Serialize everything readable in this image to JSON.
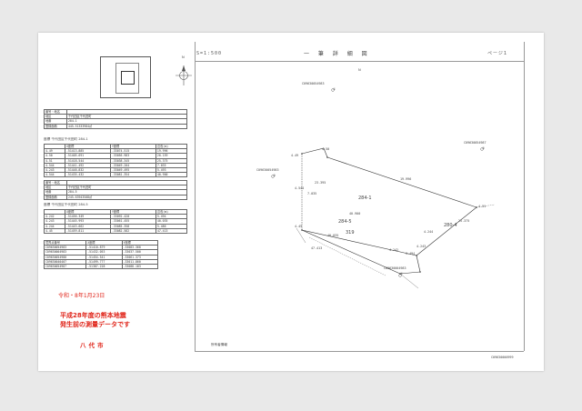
{
  "map": {
    "scale": "S=1:500",
    "title": "一 筆 詳 細 図",
    "page": "ページ1",
    "north_mark": "N",
    "parcel_main": "284-1",
    "parcel_sub": "284-5",
    "parcel_right": "280-4",
    "parcel_bottom": "319",
    "owner_label": "所有者情報",
    "footer_code": "C09630000999"
  },
  "panel1": {
    "header": [
      [
        "番号・地名",
        ""
      ],
      [
        "地区",
        "千代田区千代田町"
      ],
      [
        "地番",
        "284-1"
      ],
      [
        "登録面積",
        "445.51333984㎡"
      ]
    ],
    "table_title": "座標   千代田区千代田町  284-1",
    "columns": [
      "",
      "X座標",
      "Y座標",
      "辺長(m)"
    ],
    "rows": [
      [
        "4-49",
        "-51413.885",
        "-33074.515",
        "19.996"
      ],
      [
        "4-50",
        "-51405.691",
        "-33056.983",
        "20.159"
      ],
      [
        "4-51",
        "-51418.544",
        "-33038.345",
        "25.375"
      ],
      [
        "4-544",
        "-51441.492",
        "-33049.204",
        "7.035"
      ],
      [
        "4-243",
        "-51448.832",
        "-33049.495",
        "5.493"
      ],
      [
        "4-544",
        "-51435.432",
        "-33081.354",
        "40.900"
      ]
    ]
  },
  "panel2": {
    "header": [
      [
        "番号・地名",
        ""
      ],
      [
        "地区",
        "千代田区千代田町"
      ],
      [
        "地番",
        "284-5"
      ],
      [
        "登録面積",
        "245.63943508㎡"
      ]
    ],
    "table_title": "座標   千代田区千代田町  284-5",
    "columns": [
      "",
      "X座標",
      "Y座標",
      "辺長(m)"
    ],
    "rows": [
      [
        "4-242",
        "-51456.349",
        "-33092.420",
        "5.494"
      ],
      [
        "4-243",
        "-51445.993",
        "-33061.455",
        "40.035"
      ],
      [
        "4-244",
        "-51443.662",
        "-33085.358",
        "5.486"
      ],
      [
        "4-45",
        "-51459.811",
        "-33082.582",
        "47.413"
      ]
    ]
  },
  "panel3": {
    "columns": [
      "境界点番号",
      "X座標",
      "Y座標"
    ],
    "rows": [
      [
        "C09630054983",
        "-51410.879",
        "-33083.360"
      ],
      [
        "C09630004983",
        "-51432.053",
        "-33037.500"
      ],
      [
        "C09630054980",
        "-51454.541",
        "-33061.373"
      ],
      [
        "C09630040407",
        "-51499.777",
        "-33011.860"
      ],
      [
        "C09630054987",
        "-51387.228",
        "-33088.183"
      ]
    ]
  },
  "stamp": {
    "date": "令和・8年1月23日",
    "line1": "平成28年度の熊本地震",
    "line2": "発生前の測量データです",
    "line3": "八代市"
  },
  "points": [
    {
      "label": "C09630054983",
      "num": "①"
    },
    {
      "label": "C09630054987",
      "num": "②"
    },
    {
      "label": "C09630054983",
      "num": "③"
    },
    {
      "label": "C09630004983",
      "num": "④"
    }
  ],
  "vertex_labels": [
    "4-49",
    "4-50",
    "4-51",
    "4-244",
    "4-243",
    "4-242",
    "4-45",
    "4-544"
  ],
  "edge_lengths": [
    "19.996",
    "23.395",
    "25.375",
    "40.900",
    "40.035",
    "47.413",
    "5.494",
    "7.035"
  ]
}
